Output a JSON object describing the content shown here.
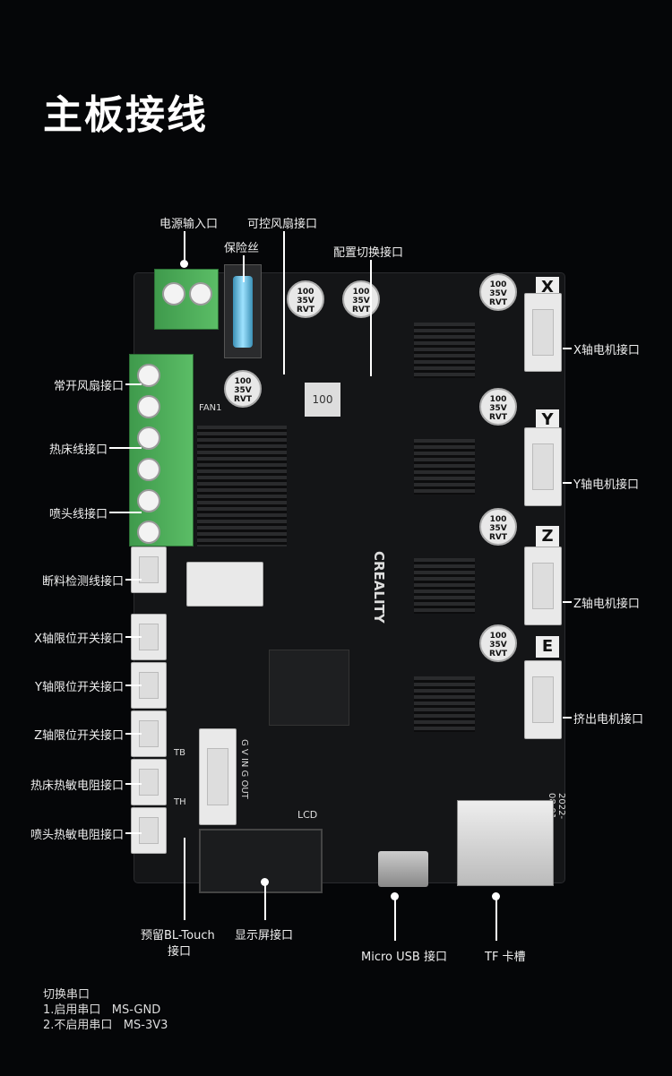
{
  "title": "主板接线",
  "labels": {
    "power_input": "电源输入口",
    "fuse": "保险丝",
    "controlled_fan": "可控风扇接口",
    "config_switch": "配置切换接口",
    "always_on_fan": "常开风扇接口",
    "hotbed_line": "热床线接口",
    "nozzle_line": "喷头线接口",
    "filament_sensor": "断料检测线接口",
    "x_limit": "X轴限位开关接口",
    "y_limit": "Y轴限位开关接口",
    "z_limit": "Z轴限位开关接口",
    "hotbed_thermistor": "热床热敏电阻接口",
    "nozzle_thermistor": "喷头热敏电阻接口",
    "x_motor": "X轴电机接口",
    "y_motor": "Y轴电机接口",
    "z_motor": "Z轴电机接口",
    "e_motor": "挤出电机接口",
    "bltouch_1": "预留BL-Touch",
    "bltouch_2": "接口",
    "display": "显示屏接口",
    "micro_usb": "Micro USB 接口",
    "tf_slot": "TF 卡槽"
  },
  "notes": {
    "heading": "切换串口",
    "line1": "1.启用串口   MS-GND",
    "line2": "2.不启用串口   MS-3V3"
  },
  "silkscreen": {
    "fan1": "FAN1",
    "brand": "CREALITY",
    "date": "2022-08-01",
    "lcd": "LCD",
    "x": "X",
    "y": "Y",
    "z": "Z",
    "e": "E",
    "bl_pins": "G V IN G OUT",
    "cap_l1": "100",
    "cap_l2": "35V",
    "cap_l3": "RVT",
    "inductor": "100",
    "tb": "TB",
    "th": "TH"
  }
}
